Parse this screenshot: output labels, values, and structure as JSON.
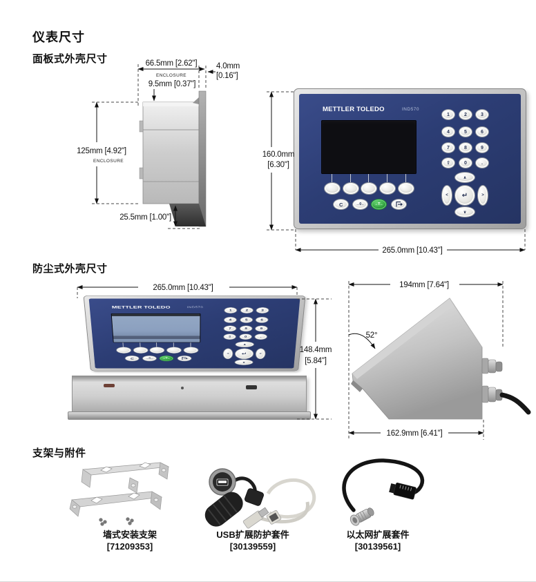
{
  "page": {
    "title": "仪表尺寸"
  },
  "sections": {
    "panel": "面板式外壳尺寸",
    "harsh": "防尘式外壳尺寸",
    "accessories": "支架与附件"
  },
  "terminal": {
    "brand": "METTLER TOLEDO",
    "model": "IND570"
  },
  "keys": {
    "digits": [
      "1",
      "2",
      "3",
      "4",
      "5",
      "6",
      "7",
      "8",
      "9"
    ],
    "shift": "⇧",
    "zero_digit": "0",
    "decimal": ".",
    "clear": "C",
    "zero": "→0←",
    "tare": "→T←",
    "nav_up": "∧",
    "nav_down": "∨",
    "nav_left": "<",
    "nav_right": ">",
    "enter": "↵"
  },
  "panel_side_dims": {
    "depth": "66.5mm [2.62\"]",
    "depth_sub": "ENCLOSURE",
    "front_depth": "9.5mm [0.37\"]",
    "flange_mm": "4.0mm",
    "flange_in": "[0.16\"]",
    "height": "125mm [4.92\"]",
    "height_sub": "ENCLOSURE",
    "stud": "25.5mm [1.00\"]"
  },
  "panel_front_dims": {
    "height_mm": "160.0mm",
    "height_in": "[6.30\"]",
    "width": "265.0mm [10.43\"]"
  },
  "harsh_front_dims": {
    "width": "265.0mm [10.43\"]",
    "height_mm": "148.4mm",
    "height_in": "[5.84\"]"
  },
  "harsh_side_dims": {
    "depth": "194mm [7.64\"]",
    "angle": "52°",
    "base": "162.9mm [6.41\"]"
  },
  "accessories": [
    {
      "name": "墙式安装支架",
      "part": "[71209353]"
    },
    {
      "name": "USB扩展防护套件",
      "part": "[30139559]"
    },
    {
      "name": "以太网扩展套件",
      "part": "[30139561]"
    }
  ],
  "colors": {
    "panel_blue": "#2c3d74",
    "tare_green": "#3cb54a",
    "bezel_gray": "#c2c2c2",
    "stainless": "#c8c8c8"
  }
}
